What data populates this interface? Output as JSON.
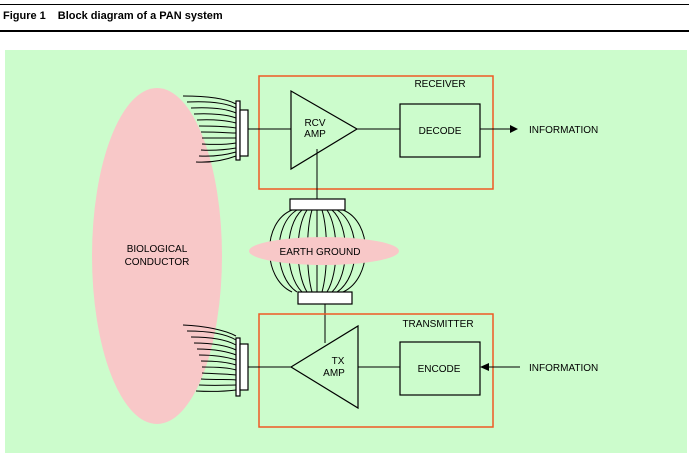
{
  "figure": {
    "number": "Figure 1",
    "title": "Block diagram of a PAN system"
  },
  "colors": {
    "panel_background": "#ccfccc",
    "block_border": "#ee5a24",
    "body_fill": "#f8c8c8"
  },
  "diagram": {
    "body_label_line1": "BIOLOGICAL",
    "body_label_line2": "CONDUCTOR",
    "receiver_label": "RECEIVER",
    "rcv_amp_line1": "RCV",
    "rcv_amp_line2": "AMP",
    "decode_label": "DECODE",
    "output_label": "INFORMATION",
    "earth_ground_label": "EARTH GROUND",
    "transmitter_label": "TRANSMITTER",
    "tx_amp_line1": "TX",
    "tx_amp_line2": "AMP",
    "encode_label": "ENCODE",
    "input_label": "INFORMATION"
  }
}
